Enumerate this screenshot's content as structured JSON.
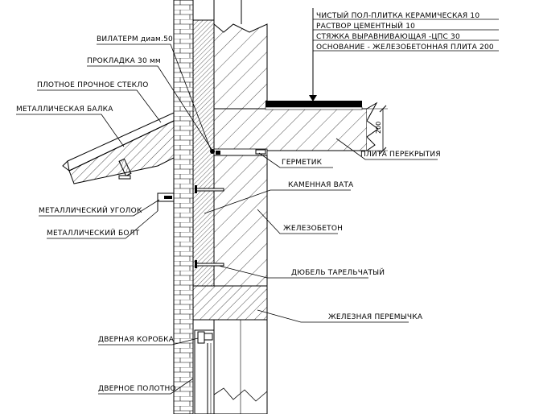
{
  "floor_layers": [
    "ЧИСТЫЙ ПОЛ-ПЛИТКА КЕРАМИЧЕСКАЯ 10",
    "РАСТВОР ЦЕМЕНТНЫЙ 10",
    "СТЯЖКА ВЫРАВНИВАЮЩАЯ -ЦПС 30",
    "ОСНОВАНИЕ -  ЖЕЛЕЗОБЕТОННАЯ ПЛИТА 200"
  ],
  "left_labels": {
    "vilaterm": "ВИЛАТЕРМ диам.50",
    "gasket": "ПРОКЛАДКА 30 мм",
    "glass": "ПЛОТНОЕ ПРОЧНОЕ СТЕКЛО",
    "beam": "МЕТАЛЛИЧЕСКАЯ БАЛКА",
    "angle": "МЕТАЛЛИЧЕСКИЙ УГОЛОК",
    "bolt": "МЕТАЛЛИЧЕСКИЙ БОЛТ",
    "door_frame": "ДВЕРНАЯ КОРОБКА",
    "door_leaf": "ДВЕРНОЕ ПОЛОТНО"
  },
  "right_labels": {
    "slab": "ПЛИТА ПЕРЕКРЫТИЯ",
    "sealant": "ГЕРМЕТИК",
    "wool": "КАМЕННАЯ ВАТА",
    "concrete": "ЖЕЛЕЗОБЕТОН",
    "dowel": "ДЮБЕЛЬ ТАРЕЛЬЧАТЫЙ",
    "lintel": "ЖЕЛЕЗНАЯ ПЕРЕМЫЧКА"
  },
  "dimension": "200"
}
